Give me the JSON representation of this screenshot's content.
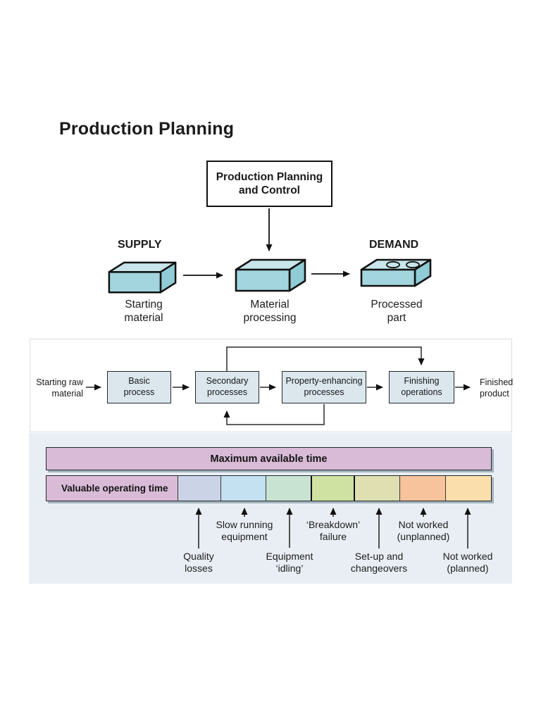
{
  "page": {
    "title": "Production Planning"
  },
  "overview_diagram": {
    "control_box": "Production Planning\nand Control",
    "supply_label": "SUPPLY",
    "demand_label": "DEMAND",
    "stations": [
      {
        "label": "Starting\nmaterial",
        "icon": "material-block-icon"
      },
      {
        "label": "Material\nprocessing",
        "icon": "material-block-icon"
      },
      {
        "label": "Processed\npart",
        "icon": "processed-part-icon"
      }
    ],
    "block_colors": {
      "top": "#c7e5ea",
      "front": "#a2d5dd",
      "side": "#8fccd5",
      "outline": "#111111"
    }
  },
  "process_flow": {
    "input": "Starting raw\nmaterial",
    "steps": [
      "Basic\nprocess",
      "Secondary\nprocesses",
      "Property-enhancing\nprocesses",
      "Finishing\noperations"
    ],
    "output": "Finished\nproduct"
  },
  "chart_data": {
    "type": "bar",
    "title": "Maximum available time",
    "description": "Stacked time bar: valuable operating time plus seven loss categories as share of maximum available time",
    "categories": [
      "Valuable operating time",
      "Quality losses",
      "Slow running equipment",
      "Equipment ‘idling’",
      "‘Breakdown’ failure",
      "Set-up and changeovers",
      "Not worked (unplanned)",
      "Not worked (planned)"
    ],
    "values_pct": [
      29.5,
      9.6,
      10.2,
      10.2,
      9.6,
      10.3,
      10.3,
      10.3
    ],
    "segments": [
      {
        "label": "Valuable operating time",
        "pct": 29.5,
        "color": "#d9bbd7",
        "thick_left": false
      },
      {
        "label": "Quality losses",
        "pct": 9.6,
        "color": "#cbd3e7",
        "thick_left": false
      },
      {
        "label": "Slow running equipment",
        "pct": 10.2,
        "color": "#c3e1f1",
        "thick_left": false
      },
      {
        "label": "Equipment ‘idling’",
        "pct": 10.2,
        "color": "#c9e3d2",
        "thick_left": false
      },
      {
        "label": "‘Breakdown’ failure",
        "pct": 9.6,
        "color": "#cfe2a1",
        "thick_left": true
      },
      {
        "label": "Set-up and changeovers",
        "pct": 10.3,
        "color": "#e0dfb1",
        "thick_left": true
      },
      {
        "label": "Not worked (unplanned)",
        "pct": 10.3,
        "color": "#f6c39c",
        "thick_left": false
      },
      {
        "label": "Not worked (planned)",
        "pct": 10.3,
        "color": "#fadfac",
        "thick_left": false
      }
    ],
    "panel_color": "#e8eef4",
    "bar_border_color": "#25292c",
    "shadow_color": "#a2b3bd",
    "legend_position": "none",
    "grid": false
  }
}
